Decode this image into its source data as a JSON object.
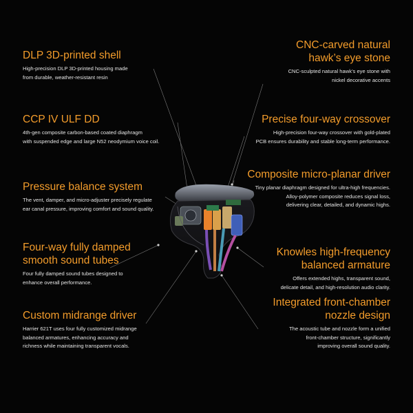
{
  "features": {
    "left": [
      {
        "title": [
          "DLP 3D-printed shell"
        ],
        "desc": [
          "High-precision DLP 3D-printed housing made",
          "from durable, weather-resistant resin"
        ]
      },
      {
        "title": [
          "CCP IV ULF DD"
        ],
        "desc": [
          "4th-gen composite carbon-based coated diaphragm",
          "with suspended edge and large N52 neodymium voice coil."
        ]
      },
      {
        "title": [
          "Pressure balance system"
        ],
        "desc": [
          "The vent, damper, and micro-adjuster precisely regulate",
          "ear canal pressure, improving comfort and sound quality."
        ]
      },
      {
        "title": [
          "Four-way fully damped",
          "smooth sound tubes"
        ],
        "desc": [
          "Four fully damped sound tubes designed to",
          "enhance overall performance."
        ]
      },
      {
        "title": [
          "Custom midrange driver"
        ],
        "desc": [
          "Harrier 621T uses four fully customized midrange",
          "balanced armatures, enhancing accuracy and",
          "richness while maintaining transparent vocals."
        ]
      }
    ],
    "right": [
      {
        "title": [
          "CNC-carved natural",
          "hawk’s eye stone"
        ],
        "desc": [
          "CNC-sculpted natural hawk’s eye stone with",
          "nickel decorative accents"
        ]
      },
      {
        "title": [
          "Precise four-way crossover"
        ],
        "desc": [
          "High-precision four-way crossover with gold-plated",
          "PCB ensures durability and stable long-term performance."
        ]
      },
      {
        "title": [
          "Composite micro-planar driver"
        ],
        "desc": [
          "Tiny planar diaphragm designed for ultra-high frequencies.",
          "Alloy-polymer composite reduces signal loss,",
          "delivering clear, detailed, and dynamic highs."
        ]
      },
      {
        "title": [
          "Knowles high-frequency",
          "balanced armature"
        ],
        "desc": [
          "Offers extended highs, transparent sound,",
          "delicate detail, and high-resolution audio clarity."
        ]
      },
      {
        "title": [
          "Integrated front-chamber",
          "nozzle design"
        ],
        "desc": [
          "The acoustic tube and nozzle form a unified",
          "front-chamber structure, significantly",
          "improving overall sound quality."
        ]
      }
    ]
  },
  "colors": {
    "background": "#050505",
    "accent": "#f39c2b",
    "text": "#e6e6e6",
    "leader": "#8a8a8a"
  }
}
